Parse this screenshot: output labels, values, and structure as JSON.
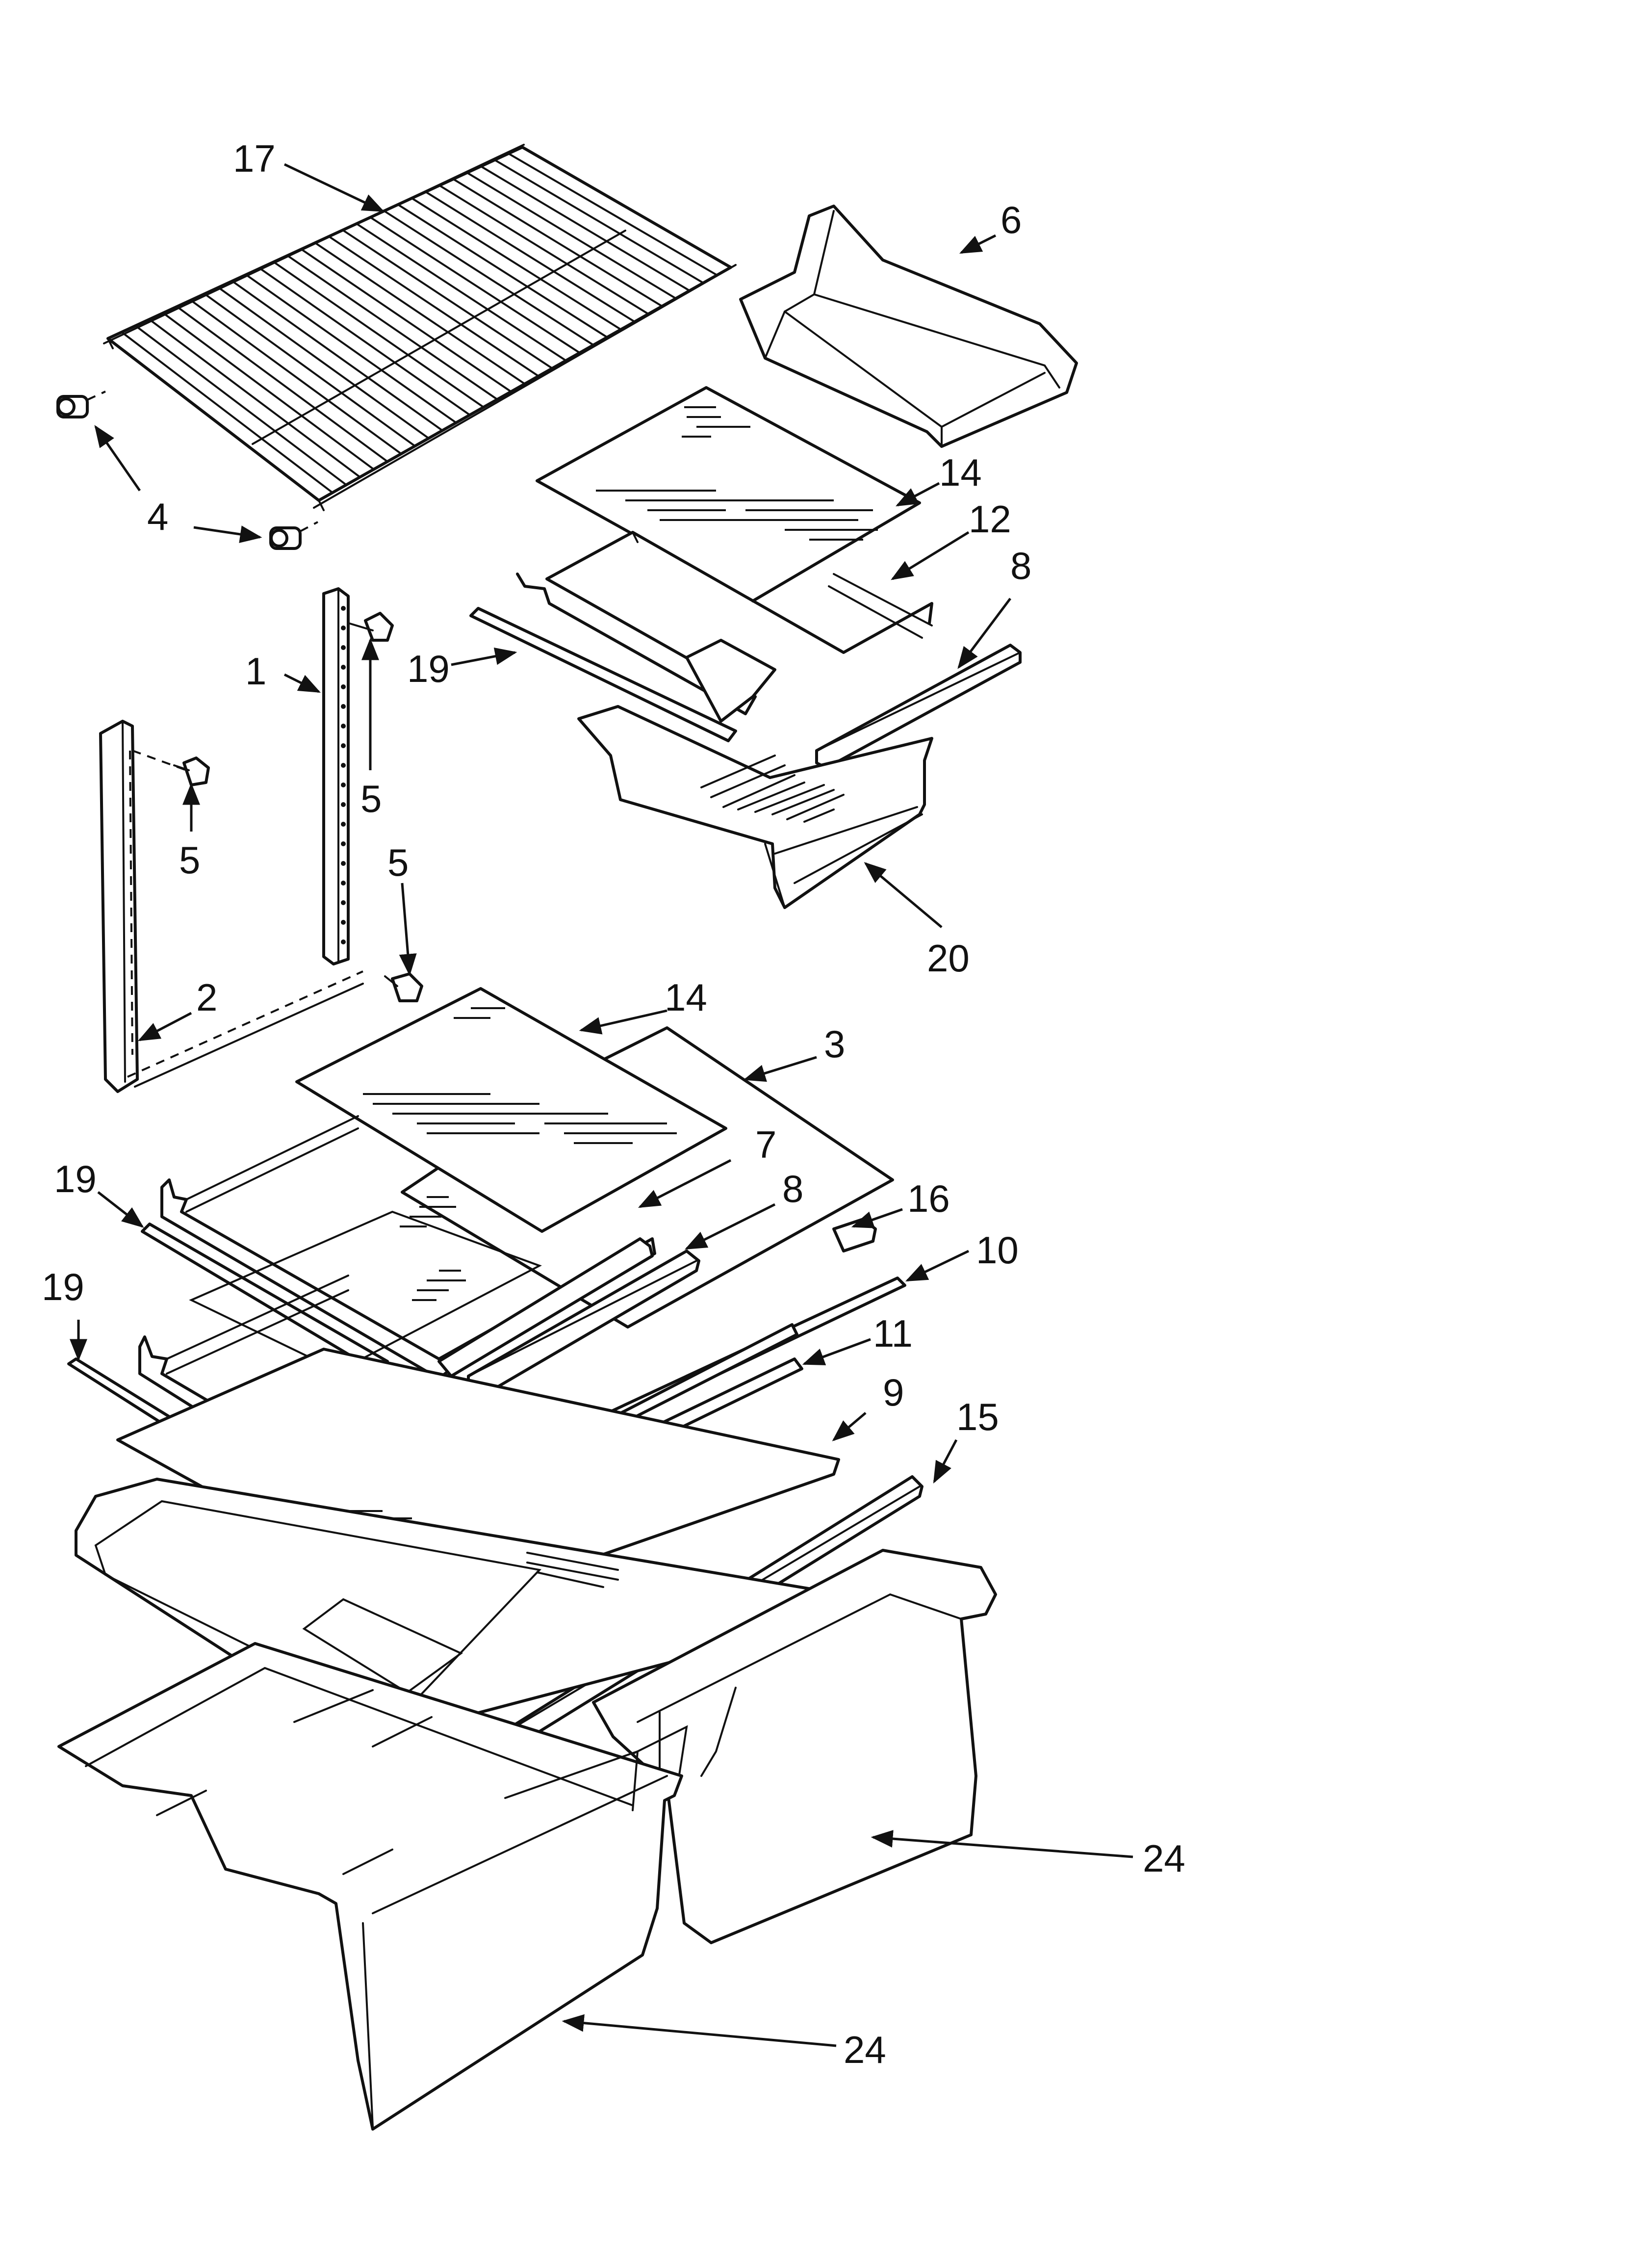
{
  "diagram": {
    "line_color": "#111111",
    "background": "#ffffff",
    "callouts": [
      {
        "id": "c17",
        "label": "17"
      },
      {
        "id": "c6",
        "label": "6"
      },
      {
        "id": "c4",
        "label": "4"
      },
      {
        "id": "c14a",
        "label": "14"
      },
      {
        "id": "c12",
        "label": "12"
      },
      {
        "id": "c8a",
        "label": "8"
      },
      {
        "id": "c19a",
        "label": "19"
      },
      {
        "id": "c1",
        "label": "1"
      },
      {
        "id": "c5a",
        "label": "5"
      },
      {
        "id": "c5b",
        "label": "5"
      },
      {
        "id": "c5c",
        "label": "5"
      },
      {
        "id": "c2",
        "label": "2"
      },
      {
        "id": "c20",
        "label": "20"
      },
      {
        "id": "c14b",
        "label": "14"
      },
      {
        "id": "c3",
        "label": "3"
      },
      {
        "id": "c7",
        "label": "7"
      },
      {
        "id": "c19b",
        "label": "19"
      },
      {
        "id": "c8b",
        "label": "8"
      },
      {
        "id": "c16",
        "label": "16"
      },
      {
        "id": "c10",
        "label": "10"
      },
      {
        "id": "c19c",
        "label": "19"
      },
      {
        "id": "c11",
        "label": "11"
      },
      {
        "id": "c9",
        "label": "9"
      },
      {
        "id": "c15",
        "label": "15"
      },
      {
        "id": "c24a",
        "label": "24"
      },
      {
        "id": "c24b",
        "label": "24"
      }
    ]
  }
}
